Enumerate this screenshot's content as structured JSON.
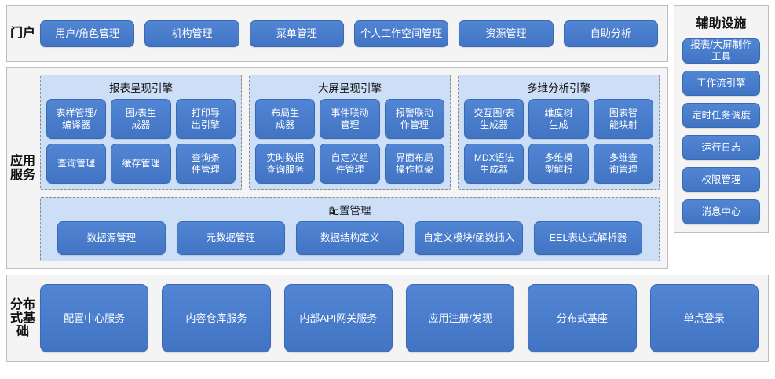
{
  "portal": {
    "label": "门户",
    "items": [
      {
        "label": "用户/角色管理"
      },
      {
        "label": "机构管理"
      },
      {
        "label": "菜单管理"
      },
      {
        "label": "个人工作空间管理"
      },
      {
        "label": "资源管理"
      },
      {
        "label": "自助分析"
      }
    ]
  },
  "aux": {
    "title": "辅助设施",
    "items": [
      {
        "label": "报表/大屏制作工具"
      },
      {
        "label": "工作流引擎"
      },
      {
        "label": "定时任务调度"
      },
      {
        "label": "运行日志"
      },
      {
        "label": "权限管理"
      },
      {
        "label": "消息中心"
      }
    ]
  },
  "app_service": {
    "label": "应用服务",
    "engines": [
      {
        "title": "报表呈现引擎",
        "items": [
          {
            "label": "表样管理/\n编译器"
          },
          {
            "label": "图/表生\n成器"
          },
          {
            "label": "打印导\n出引擎"
          },
          {
            "label": "查询管理"
          },
          {
            "label": "缓存管理"
          },
          {
            "label": "查询条\n件管理"
          }
        ]
      },
      {
        "title": "大屏呈现引擎",
        "items": [
          {
            "label": "布局生\n成器"
          },
          {
            "label": "事件联动\n管理"
          },
          {
            "label": "报警联动\n作管理"
          },
          {
            "label": "实时数据\n查询服务"
          },
          {
            "label": "自定义组\n件管理"
          },
          {
            "label": "界面布局\n操作框架"
          }
        ]
      },
      {
        "title": "多维分析引擎",
        "items": [
          {
            "label": "交互图/表\n生成器"
          },
          {
            "label": "维度树\n生成"
          },
          {
            "label": "图表智\n能映射"
          },
          {
            "label": "MDX语法\n生成器"
          },
          {
            "label": "多维模\n型解析"
          },
          {
            "label": "多维查\n询管理"
          }
        ]
      }
    ],
    "config": {
      "title": "配置管理",
      "items": [
        {
          "label": "数据源管理"
        },
        {
          "label": "元数据管理"
        },
        {
          "label": "数据结构定义"
        },
        {
          "label": "自定义模块/函数插入"
        },
        {
          "label": "EEL表达式解析器"
        }
      ]
    }
  },
  "distributed": {
    "label": "分布式基础",
    "items": [
      {
        "label": "配置中心服务"
      },
      {
        "label": "内容仓库服务"
      },
      {
        "label": "内部API网关服务"
      },
      {
        "label": "应用注册/发现"
      },
      {
        "label": "分布式基座"
      },
      {
        "label": "单点登录"
      }
    ]
  },
  "colors": {
    "button_blue": "#4b7fd0",
    "group_bg": "#ccdff7",
    "panel_bg": "#f4f4f4",
    "panel_border": "#bdbdbd",
    "text_dark": "#111111"
  }
}
